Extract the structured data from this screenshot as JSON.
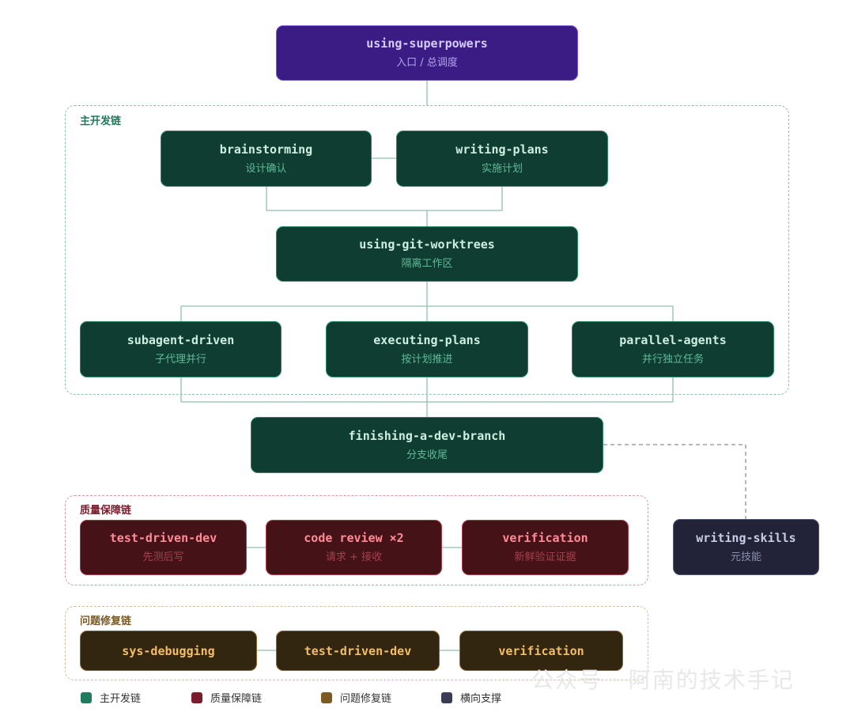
{
  "nodes": {
    "entry": {
      "title": "using-superpowers",
      "subtitle": "入口 / 总调度"
    },
    "brainstorming": {
      "title": "brainstorming",
      "subtitle": "设计确认"
    },
    "writing_plans": {
      "title": "writing-plans",
      "subtitle": "实施计划"
    },
    "worktrees": {
      "title": "using-git-worktrees",
      "subtitle": "隔离工作区"
    },
    "subagent": {
      "title": "subagent-driven",
      "subtitle": "子代理并行"
    },
    "executing": {
      "title": "executing-plans",
      "subtitle": "按计划推进"
    },
    "parallel": {
      "title": "parallel-agents",
      "subtitle": "并行独立任务"
    },
    "finishing": {
      "title": "finishing-a-dev-branch",
      "subtitle": "分支收尾"
    },
    "tdd_q": {
      "title": "test-driven-dev",
      "subtitle": "先测后写"
    },
    "review": {
      "title": "code review ×2",
      "subtitle": "请求 + 接收"
    },
    "verify_q": {
      "title": "verification",
      "subtitle": "新鲜验证证据"
    },
    "writing_skills": {
      "title": "writing-skills",
      "subtitle": "元技能"
    },
    "debugging": {
      "title": "sys-debugging"
    },
    "tdd_f": {
      "title": "test-driven-dev"
    },
    "verify_f": {
      "title": "verification"
    }
  },
  "groups": {
    "main": "主开发链",
    "quality": "质量保障链",
    "fix": "问题修复链"
  },
  "legend": [
    {
      "label": "主开发链",
      "color": "#1f7a5e"
    },
    {
      "label": "质量保障链",
      "color": "#7a1c2c"
    },
    {
      "label": "问题修复链",
      "color": "#7c5a22"
    },
    {
      "label": "横向支撑",
      "color": "#3a3c55"
    }
  ],
  "colors": {
    "main_border": "#8cc5ae",
    "main_label": "#1f7a5e",
    "quality_border": "#d59aa2",
    "quality_label": "#7a1c2c",
    "fix_border": "#d9bc96",
    "fix_label": "#7c5a22",
    "connector": "#8fbfae",
    "dashed_connector": "#8a8e98"
  },
  "watermark": "公众号 · 阿南的技术手记"
}
